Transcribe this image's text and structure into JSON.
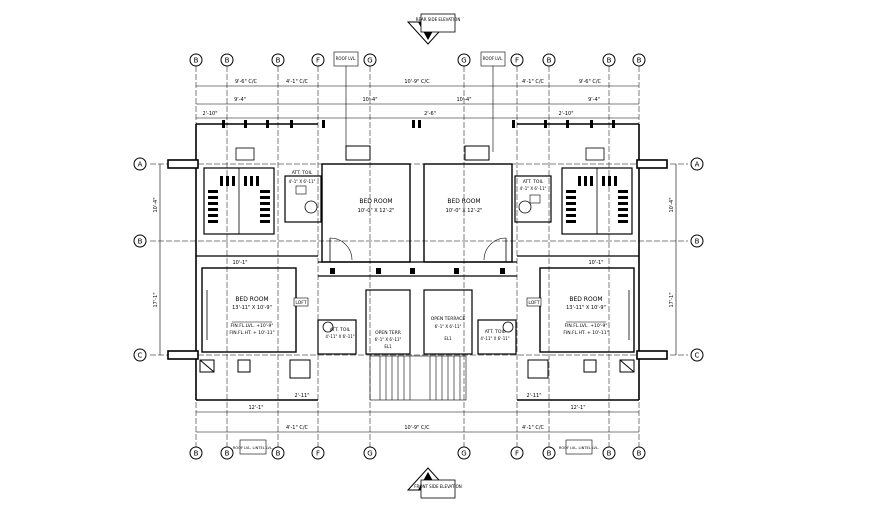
{
  "elevation_markers": {
    "rear": "REAR SIDE ELEVATION",
    "front": "FRONT SIDE ELEVATION"
  },
  "grid": {
    "columns": [
      "B",
      "B",
      "B",
      "F",
      "G",
      "G",
      "F",
      "B",
      "B",
      "B"
    ],
    "rows": [
      "A",
      "B",
      "C"
    ]
  },
  "dims": {
    "top_cc_left": "9'-6\" C/C",
    "top_cc_mid_left": "4'-1\" C/C",
    "top_cc_center": "10'-9\" C/C",
    "top_cc_mid_right": "4'-1\" C/C",
    "top_cc_right": "9'-6\" C/C",
    "inner_left": "9'-4\"",
    "inner_center_left": "10'-4\"",
    "inner_center_right": "10'-4\"",
    "inner_right": "9'-4\"",
    "row_small_left": "2'-10\"",
    "row_small_center": "2'-6\"",
    "row_small_right": "2'-10\"",
    "passage_left": "10'-1\"",
    "passage_right": "10'-1\"",
    "bottom_left": "12'-1\"",
    "bottom_mid_left": "2'-11\"",
    "bottom_mid_right": "2'-11\"",
    "bottom_right": "12'-1\"",
    "bot_cc_center": "10'-9\" C/C",
    "bot_cc_mid_left": "4'-1\" C/C",
    "bot_cc_mid_right": "4'-1\" C/C",
    "left_upper": "10'-4\"",
    "left_lower": "17'-1\"",
    "right_upper": "10'-4\"",
    "right_lower": "17'-1\""
  },
  "rooms": {
    "bedroom_ul": {
      "name": "BED ROOM",
      "size": "10'-0\" X 12'-2\""
    },
    "bedroom_ur": {
      "name": "BED ROOM",
      "size": "10'-0\" X 12'-2\""
    },
    "bedroom_ll": {
      "name": "BED ROOM",
      "size": "13'-11\" X 10'-9\"",
      "fin_fl": "FIN.FL.LVL. +10'-9\"",
      "fin_flht": "FIN.FL.HT. +  10'-11\""
    },
    "bedroom_lr": {
      "name": "BED ROOM",
      "size": "13'-11\" X 10'-9\"",
      "fin_fl": "FIN.FL.LVL. +10'-9\"",
      "fin_flht": "FIN.FL.HT. +  10'-11\""
    },
    "att_toil_ul": {
      "name": "ATT. TOIL",
      "size": "4'-1\" X 6'-11\""
    },
    "att_toil_ur": {
      "name": "ATT. TOIL",
      "size": "4'-1\" X 6'-11\""
    },
    "att_toil_ll": {
      "name": "ATT. TOIL",
      "size": "4'-11\" X 6'-11\""
    },
    "att_toil_lr": {
      "name": "ATT. TOIL",
      "size": "4'-11\" X 6'-11\""
    },
    "open_terrace_l": {
      "name": "OPEN TERR",
      "size": "6'-1\" X 6'-11\""
    },
    "open_terrace_r": {
      "name": "OPEN TERRACE",
      "size": "6'-1\" X 6'-11\""
    }
  },
  "notes": {
    "roof_ul": "ROOF LVL.",
    "roof_ur": "ROOF LVL.",
    "roof_ll": "ROOF LVL. LINTEL LVL.",
    "roof_lr": "ROOF LVL. LINTEL LVL.",
    "loft_l": "LOFT",
    "loft_r": "LOFT",
    "el_l": "EL1",
    "el_r": "EL1"
  }
}
